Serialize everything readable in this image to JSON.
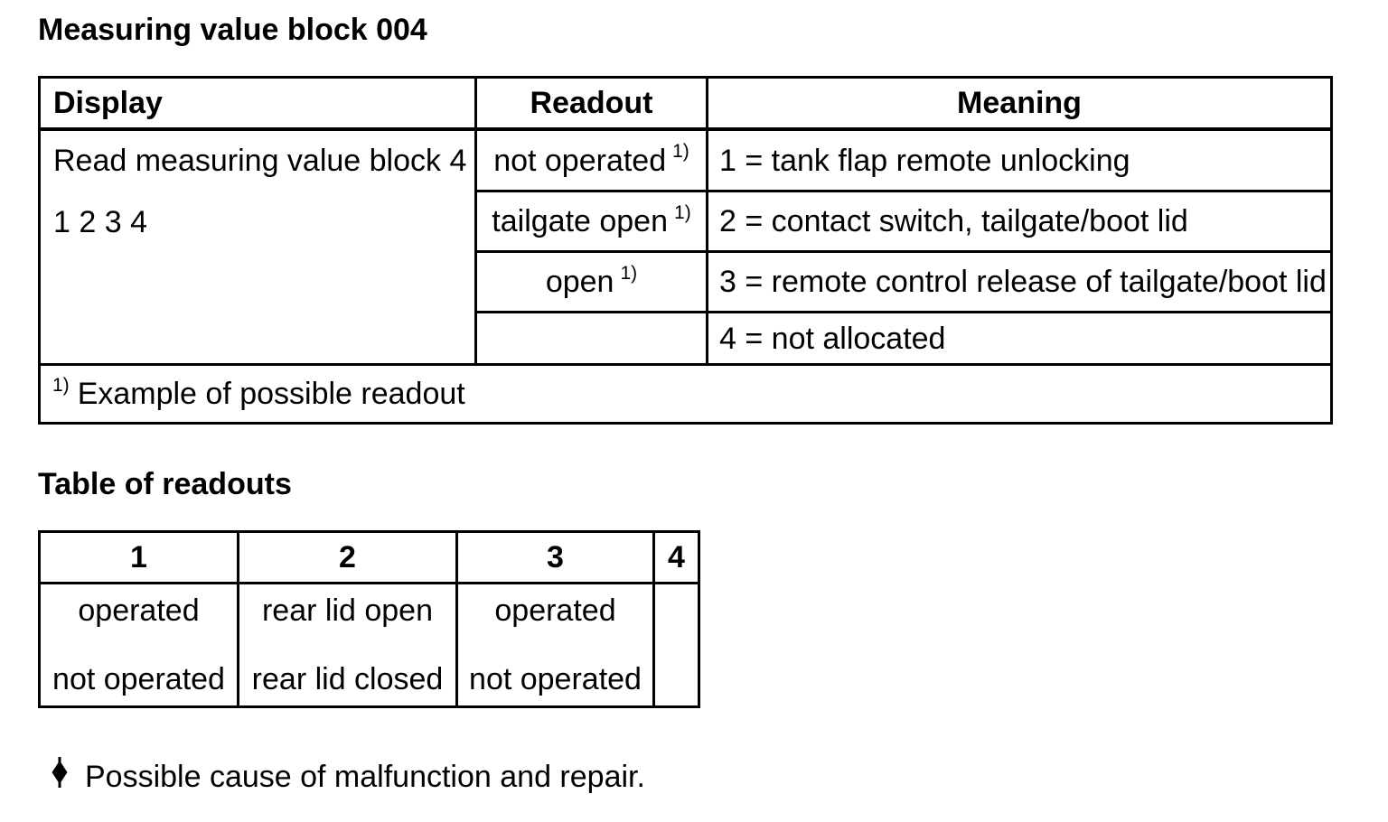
{
  "page": {
    "title": "Measuring value block 004",
    "section2_title": "Table of readouts"
  },
  "table1": {
    "headers": [
      "Display",
      "Readout",
      "Meaning"
    ],
    "display_line1": "Read measuring value block 4",
    "display_line2": "1 2 3 4",
    "rows": [
      {
        "readout": "not operated",
        "sup": "1)",
        "meaning": "1 = tank flap remote unlocking"
      },
      {
        "readout": "tailgate open",
        "sup": "1)",
        "meaning": "2 = contact switch, tailgate/boot lid"
      },
      {
        "readout": "open",
        "sup": "1)",
        "meaning": "3 = remote control release of tailgate/boot lid"
      },
      {
        "readout": "",
        "sup": "",
        "meaning": "4 = not allocated"
      }
    ],
    "footnote_sup": "1)",
    "footnote_text": "Example of possible readout"
  },
  "table2": {
    "headers": [
      "1",
      "2",
      "3",
      "4"
    ],
    "cells": [
      {
        "line1": "operated",
        "line2": "not operated"
      },
      {
        "line1": "rear lid open",
        "line2": "rear lid closed"
      },
      {
        "line1": "operated",
        "line2": "not operated"
      },
      {
        "line1": "",
        "line2": ""
      }
    ]
  },
  "note": {
    "bullet_icon": "diamond-bullet",
    "text": "Possible cause of malfunction and repair."
  },
  "colors": {
    "text": "#000000",
    "border": "#000000",
    "background": "#ffffff"
  }
}
